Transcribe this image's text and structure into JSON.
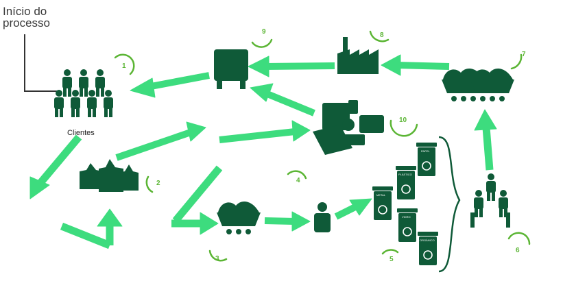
{
  "title": {
    "line1": "Início do",
    "line2": "processo"
  },
  "clients_label": "Clientes",
  "steps": [
    "1",
    "2",
    "3",
    "4",
    "5",
    "6",
    "7",
    "8",
    "9",
    "10"
  ],
  "bin_labels": [
    "METAL",
    "PLÁSTICO",
    "PAPEL",
    "VIDRO",
    "ORGÂNICO"
  ],
  "colors": {
    "dark": "#0f5a38",
    "arrow": "#3ddc7e",
    "step": "#5bb534",
    "text": "#3a3a3a"
  }
}
